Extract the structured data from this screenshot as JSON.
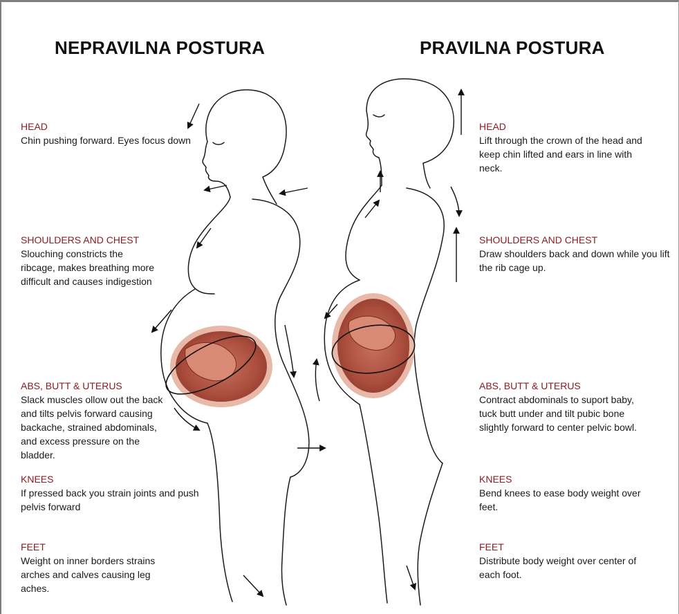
{
  "titles": {
    "incorrect": "NEPRAVILNA POSTURA",
    "correct": "PRAVILNA POSTURA"
  },
  "incorrect": {
    "head": {
      "heading": "HEAD",
      "text": "Chin pushing forward.  Eyes focus down"
    },
    "shoulders": {
      "heading": "SHOULDERS AND CHEST",
      "text": "Slouching constricts the ribcage, makes breathing more difficult and causes indigestion"
    },
    "abs": {
      "heading": "ABS, BUTT & UTERUS",
      "text": "Slack muscles ollow out the back and tilts pelvis forward causing backache, strained abdominals, and excess pressure on the bladder."
    },
    "knees": {
      "heading": "KNEES",
      "text": "If pressed back you strain joints and push pelvis forward"
    },
    "feet": {
      "heading": "FEET",
      "text": "Weight on inner borders strains arches and calves causing leg aches."
    }
  },
  "correct": {
    "head": {
      "heading": "HEAD",
      "text": "Lift through the crown of the head and keep chin lifted and ears in line with neck."
    },
    "shoulders": {
      "heading": "SHOULDERS AND CHEST",
      "text": "Draw shoulders back and down while you lift the rib cage up."
    },
    "abs": {
      "heading": "ABS, BUTT & UTERUS",
      "text": "Contract abdominals to suport baby, tuck butt under and tilt pubic bone slightly forward to center pelvic bowl."
    },
    "knees": {
      "heading": "KNEES",
      "text": "Bend knees to ease body weight over feet."
    },
    "feet": {
      "heading": "FEET",
      "text": "Distribute body weight over center of each foot."
    }
  },
  "colors": {
    "heading": "#8a1c24",
    "uterus_fill": "#b85a4a",
    "uterus_rim": "#e8b8a8"
  }
}
